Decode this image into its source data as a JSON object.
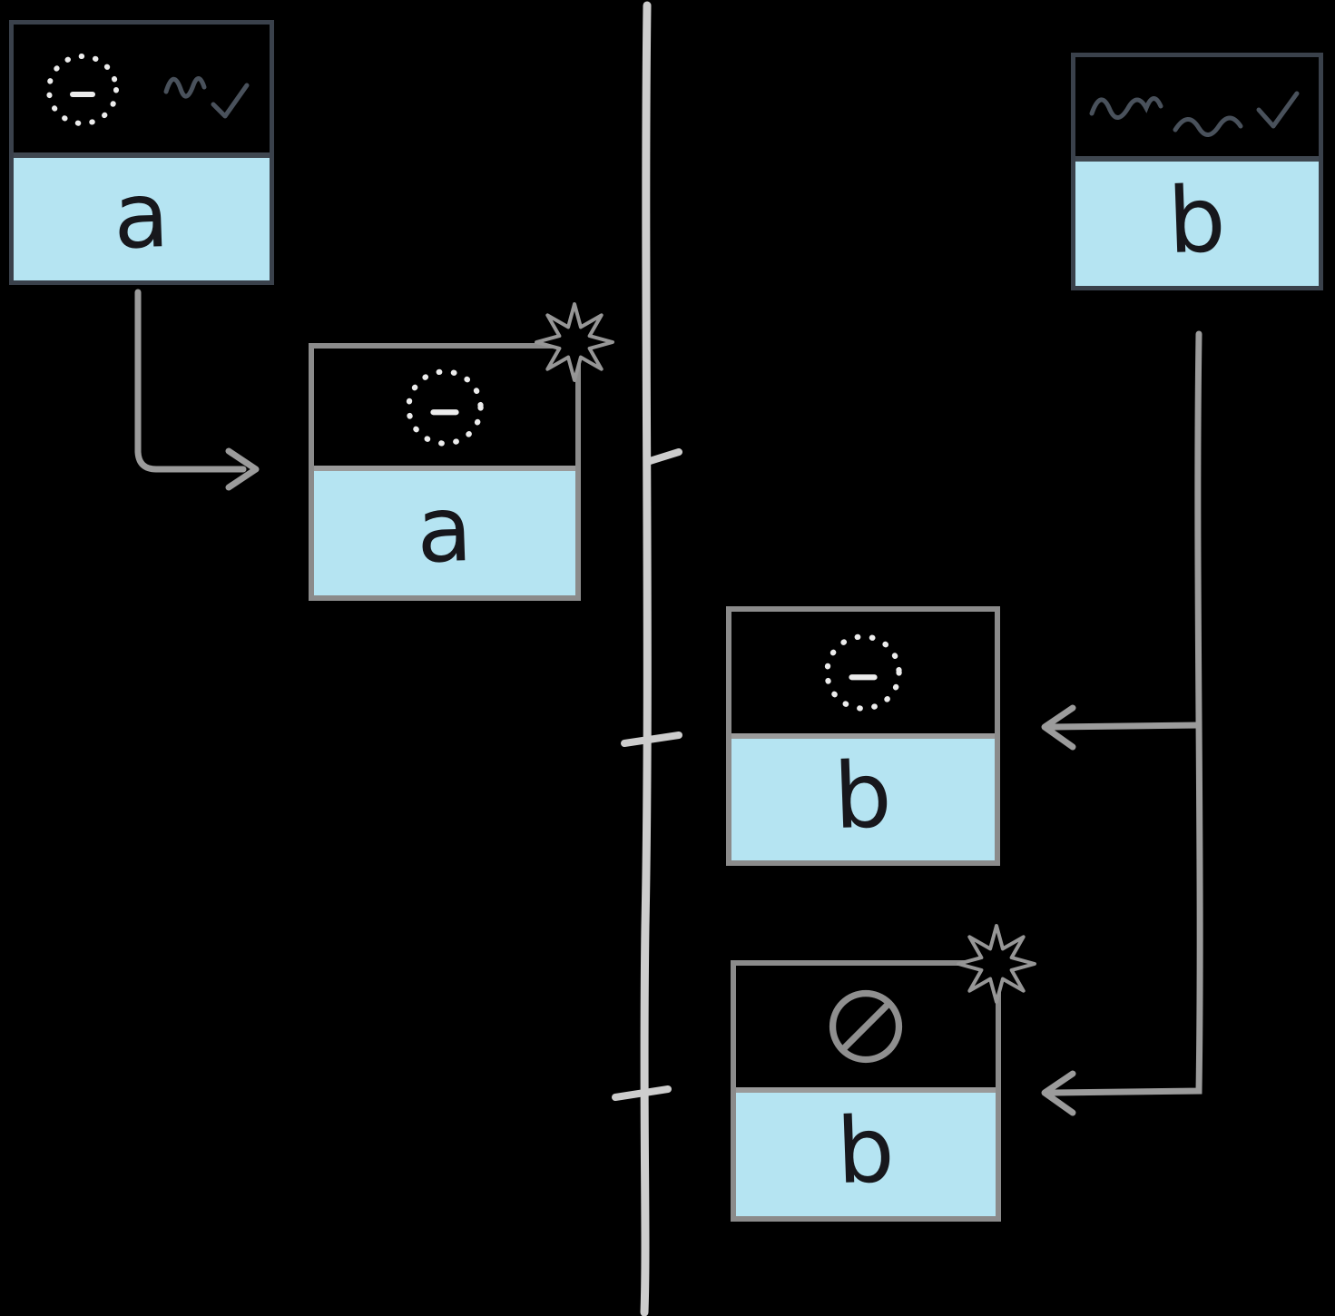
{
  "diagram_title": "message passing between two timelines with pending and rejected promise boxes",
  "colors": {
    "background": "#000000",
    "box_fill_blue": "#b5e4f2",
    "box_border_dark": "#3a414b",
    "box_border_gray": "#8b8b8b",
    "connector_gray": "#9b9b9b",
    "timeline_gray": "#cdcdcd",
    "icon_white": "#ececec",
    "icon_gray": "#8f8f8f",
    "label_ink": "#17171c"
  },
  "boxes": [
    {
      "name": "box-a-origin",
      "label": "a",
      "status_icon": "pending-dotted-circle",
      "annotation": "handwriting-scribble"
    },
    {
      "name": "box-a-received",
      "label": "a",
      "status_icon": "pending-dotted-circle",
      "badge": "spark-burst"
    },
    {
      "name": "box-b-origin",
      "label": "b",
      "annotation": "handwriting-scribble"
    },
    {
      "name": "box-b-received-pending",
      "label": "b",
      "status_icon": "pending-dotted-circle"
    },
    {
      "name": "box-b-received-rejected",
      "label": "b",
      "status_icon": "null-crossed-circle",
      "badge": "spark-burst"
    }
  ],
  "connectors": [
    {
      "name": "arrow-a-origin-to-a-received",
      "style": "elbow-right-arrow"
    },
    {
      "name": "line-b-origin-down",
      "style": "vertical-with-branches"
    },
    {
      "name": "arrow-branch-to-b-pending",
      "style": "left-arrow"
    },
    {
      "name": "arrow-branch-to-b-rejected",
      "style": "left-arrow"
    }
  ],
  "timeline": {
    "name": "vertical-boundary-line",
    "tick_count": 3
  }
}
